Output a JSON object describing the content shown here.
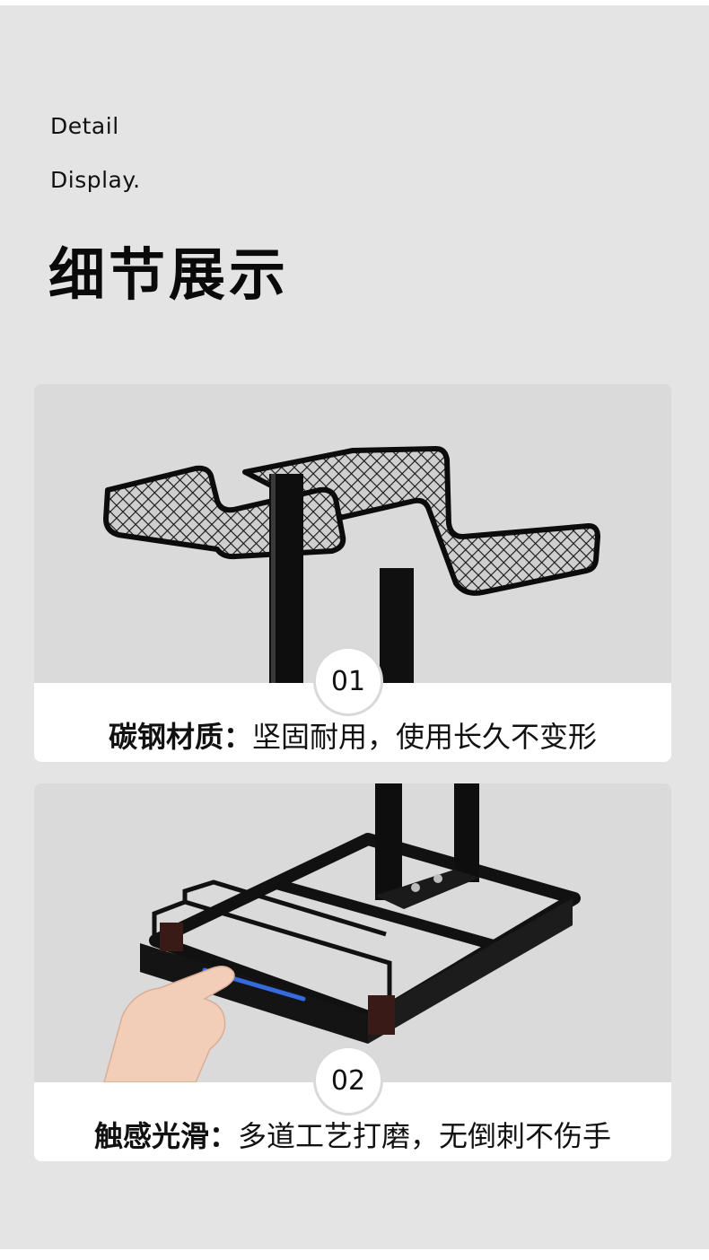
{
  "header": {
    "en_line1": "Detail",
    "en_line2": "Display.",
    "zh_title": "细节展示"
  },
  "features": [
    {
      "number": "01",
      "title": "碳钢材质：",
      "desc": "坚固耐用，使用长久不变形",
      "image": "mesh-basket-stand-top-icon"
    },
    {
      "number": "02",
      "title": "触感光滑：",
      "desc": "多道工艺打磨，无倒刺不伤手",
      "image": "rack-base-with-hand-icon"
    }
  ],
  "colors": {
    "page_bg": "#e4e4e4",
    "card_bg": "#dadada",
    "band_bg": "#ffffff",
    "text": "#111111",
    "metal": "#111111",
    "highlight": "#3b7bff"
  }
}
